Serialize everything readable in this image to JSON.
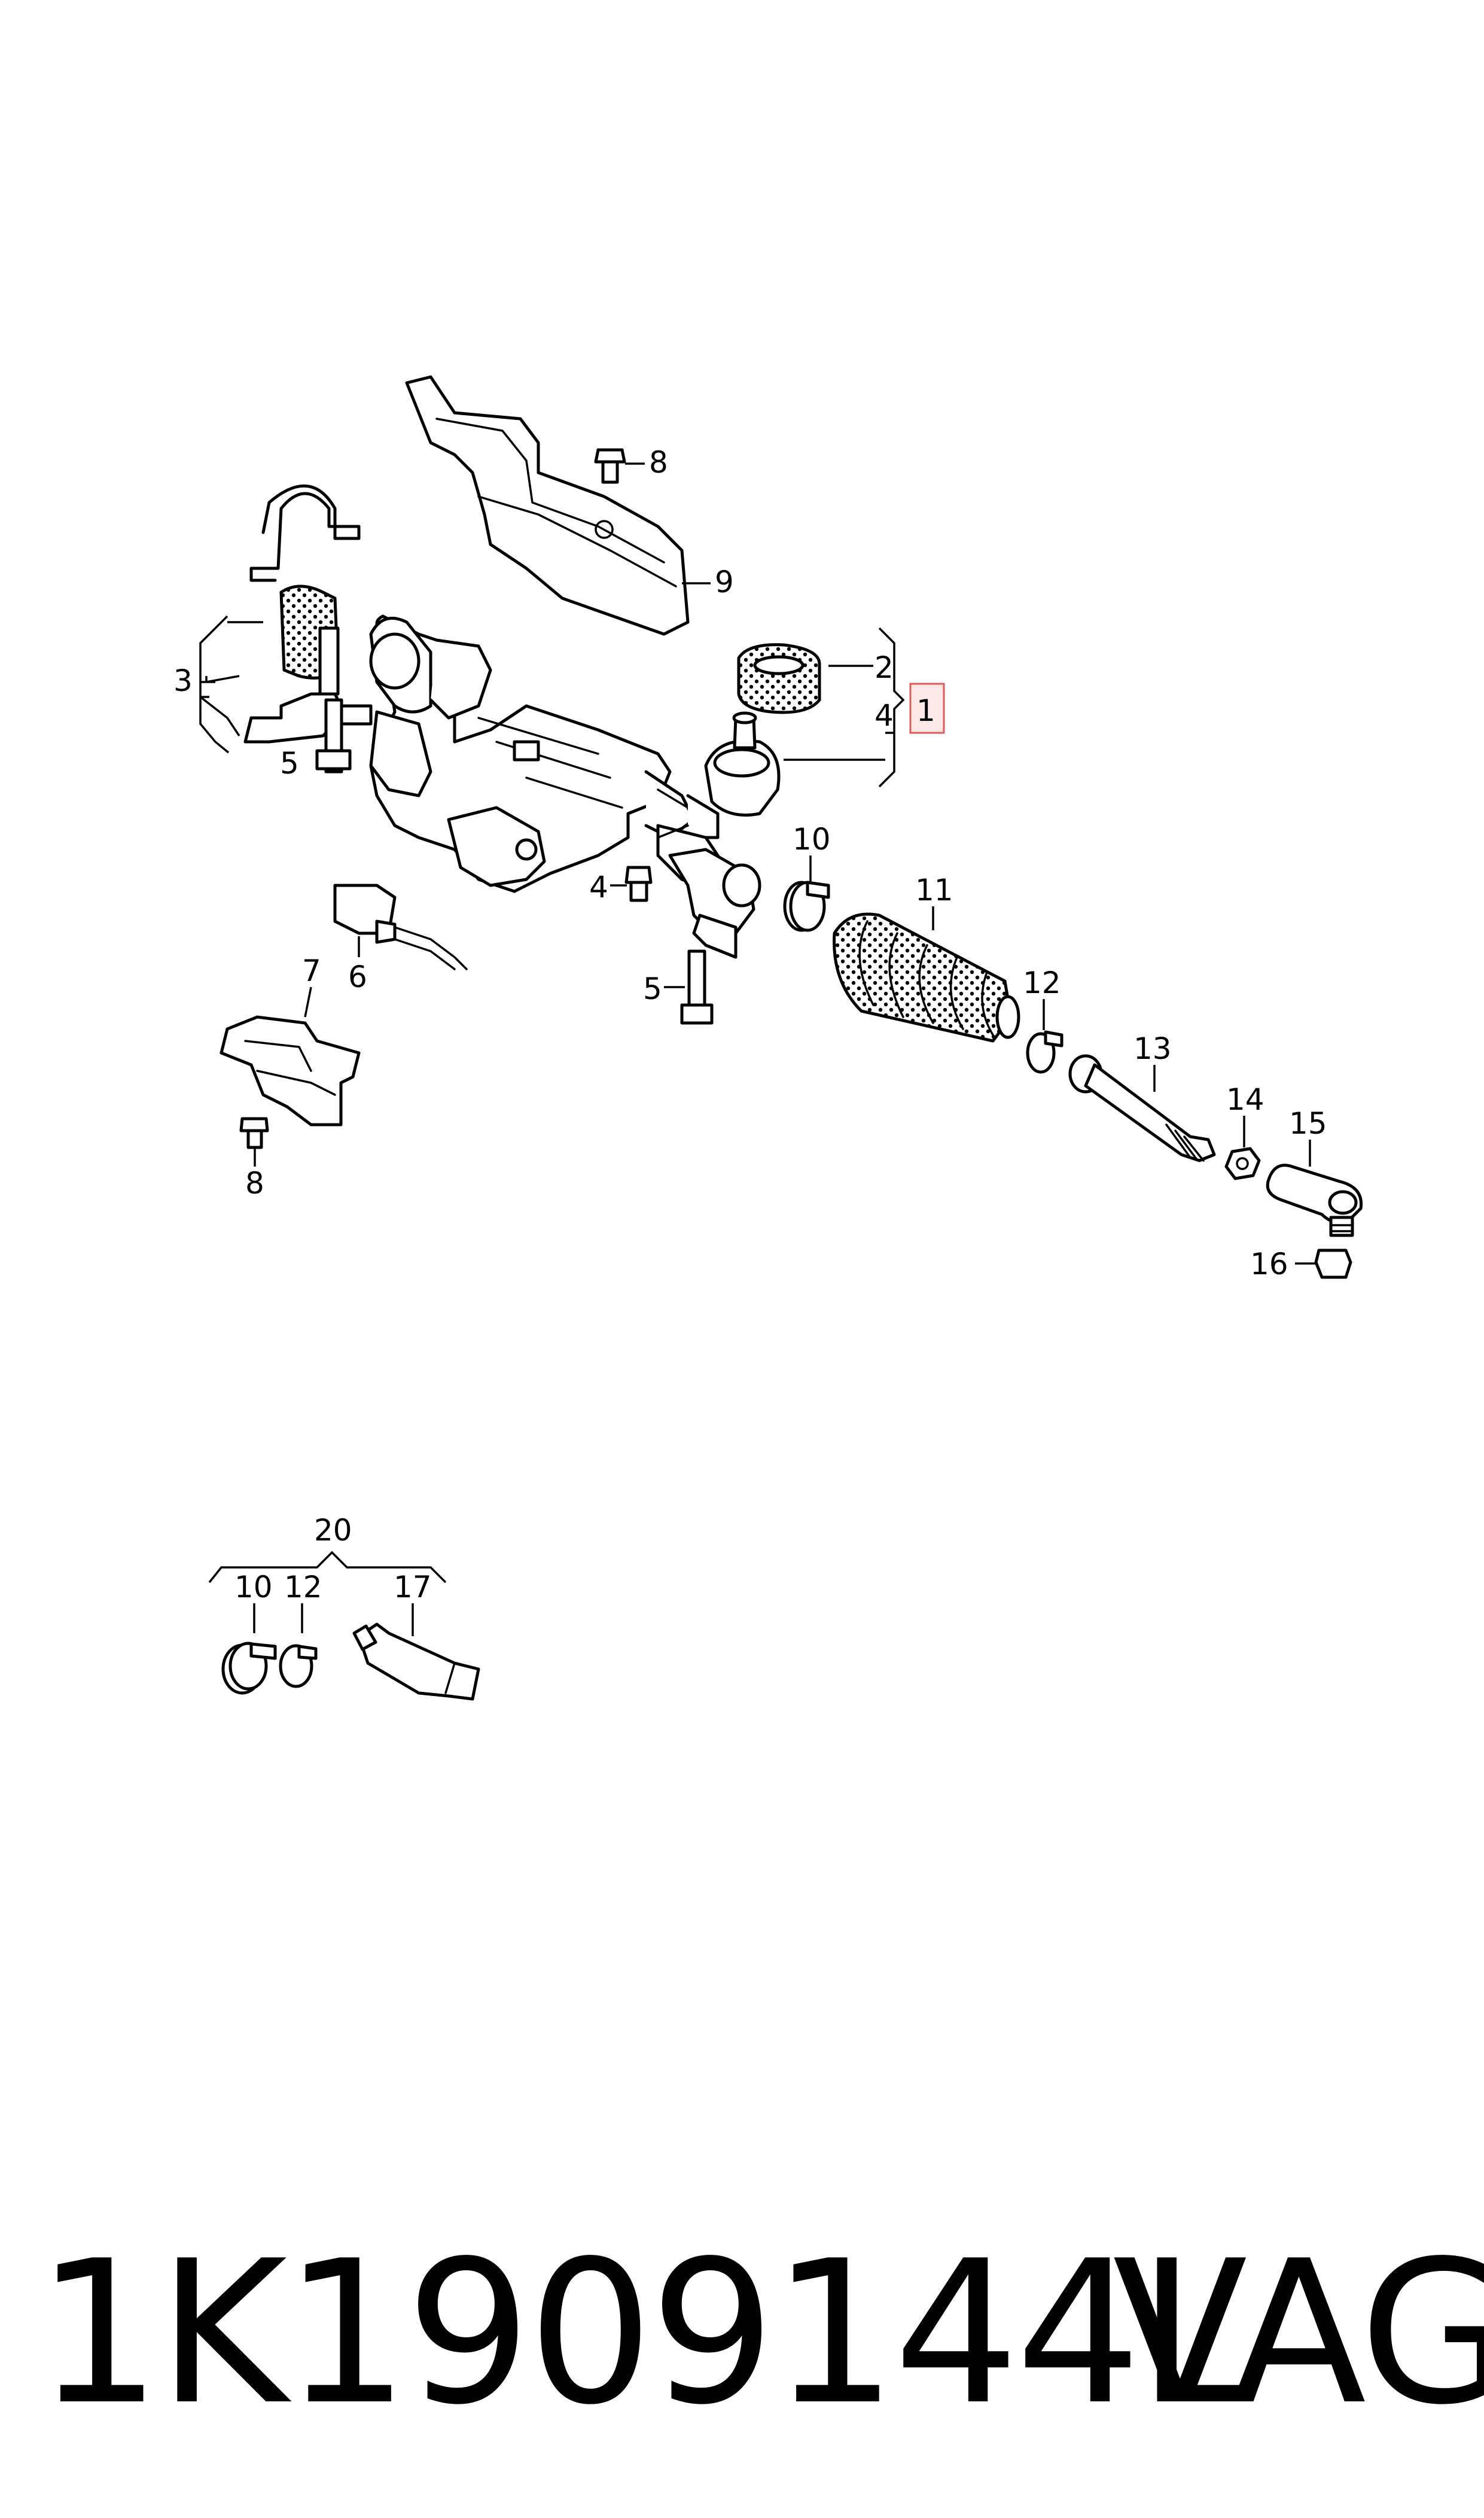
{
  "callouts": {
    "c1": "1",
    "c2": "2",
    "c3": "3",
    "c4a": "4",
    "c4b": "4",
    "c5a": "5",
    "c5b": "5",
    "c6": "6",
    "c7": "7",
    "c8a": "8",
    "c8b": "8",
    "c9": "9",
    "c10a": "10",
    "c10b": "10",
    "c11": "11",
    "c12a": "12",
    "c12b": "12",
    "c13": "13",
    "c14": "14",
    "c15": "15",
    "c16": "16",
    "c17": "17",
    "c20": "20"
  },
  "footer": {
    "part_number": "1K1909144L",
    "brand": "VAG"
  },
  "colors": {
    "ink": "#000000",
    "highlight": "#e05a5a",
    "highlight_fill": "#fde8e8"
  }
}
